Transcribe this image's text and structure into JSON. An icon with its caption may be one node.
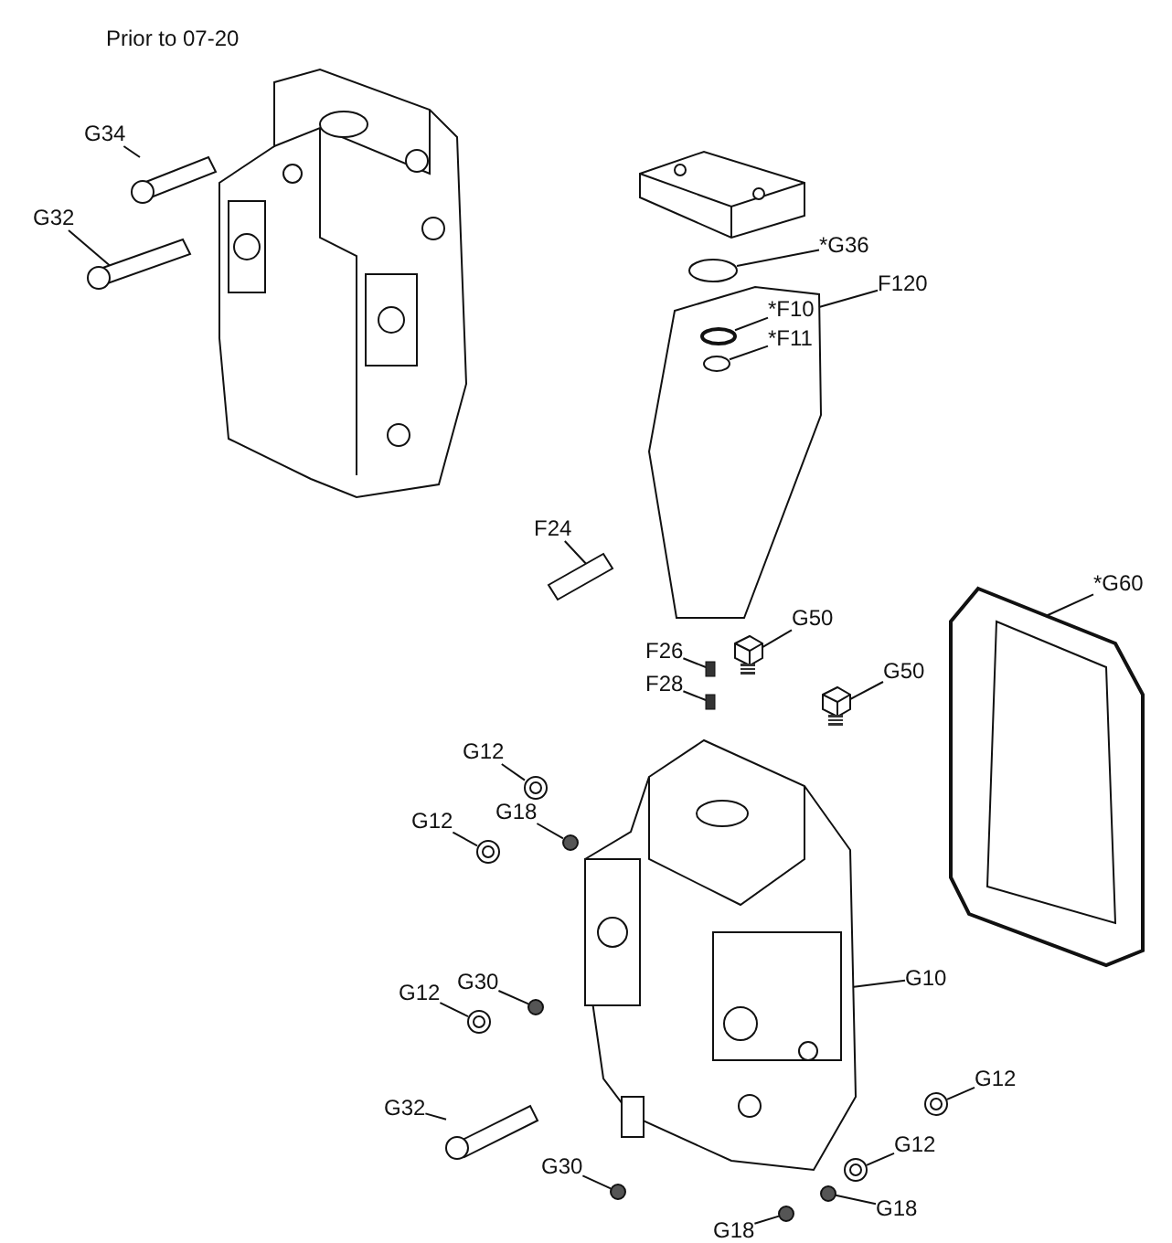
{
  "diagram": {
    "nodes": [
      {
        "text": [
          "G34"
        ]
      },
      {
        "text": [
          "G32"
        ]
      },
      {
        "text": [
          "*G36"
        ]
      },
      {
        "text": [
          "F120"
        ]
      },
      {
        "text": [
          "*F10"
        ],
        "in": 27
      },
      {
        "text": [
          "*F11"
        ],
        "in": 27
      },
      {
        "text": [
          "F24"
        ]
      },
      {
        "text": [
          "G50"
        ]
      },
      {
        "text": [
          "*G60"
        ]
      },
      {
        "text": [
          "F26"
        ]
      },
      {
        "text": [
          "G50"
        ]
      },
      {
        "text": [
          "F28"
        ]
      },
      {
        "text": [
          "G12"
        ]
      },
      {
        "text": [
          "G18"
        ]
      },
      {
        "text": [
          "G12"
        ]
      },
      {
        "text": [
          "G10"
        ]
      },
      {
        "text": [
          "G30"
        ]
      },
      {
        "text": [
          "G12"
        ]
      },
      {
        "text": [
          "G12"
        ]
      },
      {
        "text": [
          "G32"
        ]
      },
      {
        "text": [
          "G12"
        ]
      },
      {
        "text": [
          "G30"
        ]
      },
      {
        "text": [
          "G18"
        ]
      },
      {
        "text": [
          "G18"
        ]
      },
      {
        "text": [],
        "shape": "picture"
      },
      {
        "text": [],
        "shape": "picture"
      },
      {
        "text": [],
        "shape": "circle"
      },
      {
        "text": [],
        "shape": "picture"
      },
      {
        "text": [],
        "shape": "circle",
        "in": 27
      },
      {
        "text": [],
        "shape": "circle",
        "in": 27
      },
      {
        "text": [],
        "shape": "picture"
      },
      {
        "text": [],
        "shape": "picture"
      },
      {
        "text": [],
        "shape": "picture"
      },
      {
        "text": [],
        "shape": "box"
      },
      {
        "text": [],
        "shape": "picture"
      },
      {
        "text": [],
        "shape": "box"
      },
      {
        "text": [],
        "shape": "picture"
      },
      {
        "text": [],
        "shape": "circle"
      },
      {
        "text": [],
        "shape": "picture"
      },
      {
        "text": [],
        "shape": "picture"
      },
      {
        "text": [],
        "shape": "circle"
      },
      {
        "text": [],
        "shape": "picture"
      },
      {
        "text": [],
        "shape": "picture"
      },
      {
        "text": [],
        "shape": "picture"
      },
      {
        "text": [],
        "shape": "picture"
      },
      {
        "text": [],
        "shape": "circle"
      },
      {
        "text": [],
        "shape": "circle"
      },
      {
        "text": [],
        "shape": "circle"
      }
    ],
    "edges": [
      {
        "from": 0,
        "to": 24,
        "arrow": "none"
      },
      {
        "from": 1,
        "to": 25,
        "arrow": "none"
      },
      {
        "from": 2,
        "to": 26,
        "arrow": "none"
      },
      {
        "from": 3,
        "to": 27,
        "arrow": "none"
      },
      {
        "from": 4,
        "to": 28,
        "arrow": "none"
      },
      {
        "from": 5,
        "to": 29,
        "arrow": "none"
      },
      {
        "from": 6,
        "to": 30,
        "arrow": "none"
      },
      {
        "from": 7,
        "to": 31,
        "arrow": "none"
      },
      {
        "from": 8,
        "to": 32,
        "arrow": "none"
      },
      {
        "from": 9,
        "to": 33,
        "arrow": "none"
      },
      {
        "from": 10,
        "to": 34,
        "arrow": "none"
      },
      {
        "from": 11,
        "to": 35,
        "arrow": "none"
      },
      {
        "from": 12,
        "to": 36,
        "arrow": "none"
      },
      {
        "from": 13,
        "to": 37,
        "arrow": "none"
      },
      {
        "from": 14,
        "to": 38,
        "arrow": "none"
      },
      {
        "from": 15,
        "to": 39,
        "arrow": "none"
      },
      {
        "from": 16,
        "to": 40,
        "arrow": "none"
      },
      {
        "from": 17,
        "to": 41,
        "arrow": "none"
      },
      {
        "from": 18,
        "to": 42,
        "arrow": "none"
      },
      {
        "from": 19,
        "to": 43,
        "arrow": "none"
      },
      {
        "from": 20,
        "to": 44,
        "arrow": "none"
      },
      {
        "from": 21,
        "to": 45,
        "arrow": "none"
      },
      {
        "from": 22,
        "to": 46,
        "arrow": "none"
      },
      {
        "from": 23,
        "to": 47,
        "arrow": "none"
      }
    ],
    "labels": [
      "Prior to 07-20"
    ]
  }
}
